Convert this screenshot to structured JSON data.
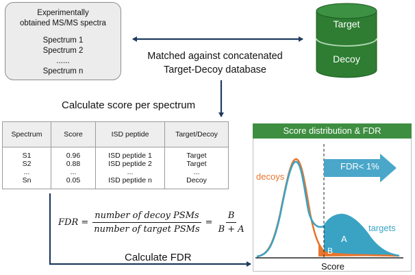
{
  "spectra_box": {
    "title_line1": "Experimentally",
    "title_line2": "obtained MS/MS spectra",
    "items": [
      "Spectrum 1",
      "Spectrum 2",
      "......",
      "Spectrum n"
    ]
  },
  "database": {
    "target_label": "Target",
    "decoy_label": "Decoy",
    "color": "#2e7d32"
  },
  "matched_text": {
    "line1": "Matched against concatenated",
    "line2": "Target-Decoy database"
  },
  "calc_score_text": "Calculate score per spectrum",
  "table": {
    "headers": [
      "Spectrum",
      "Score",
      "ISD peptide",
      "Target/Decoy"
    ],
    "rows": [
      [
        "S1",
        "0.96",
        "ISD peptide 1",
        "Target"
      ],
      [
        "S2",
        "0.88",
        "ISD peptide 2",
        "Target"
      ],
      [
        "...",
        "...",
        "...",
        "..."
      ],
      [
        "Sn",
        "0.05",
        "ISD peptide n",
        "Decoy"
      ]
    ]
  },
  "formula": {
    "lhs": "FDR =",
    "frac1_num": "number of decoy PSMs",
    "frac1_den": "number of target PSMs",
    "equals": "=",
    "frac2_num": "B",
    "frac2_den": "B + A"
  },
  "calc_fdr_text": "Calculate FDR",
  "panel": {
    "title": "Score distribution & FDR",
    "header_color": "#3e8e41",
    "decoys_label": "decoys",
    "targets_label": "targets",
    "fdr_label": "FDR< 1%",
    "area_a": "A",
    "area_b": "B",
    "x_axis_label": "Score",
    "decoy_color": "#e8762d",
    "target_color": "#3aa3c4",
    "arrow_color": "#4aa7c9"
  }
}
